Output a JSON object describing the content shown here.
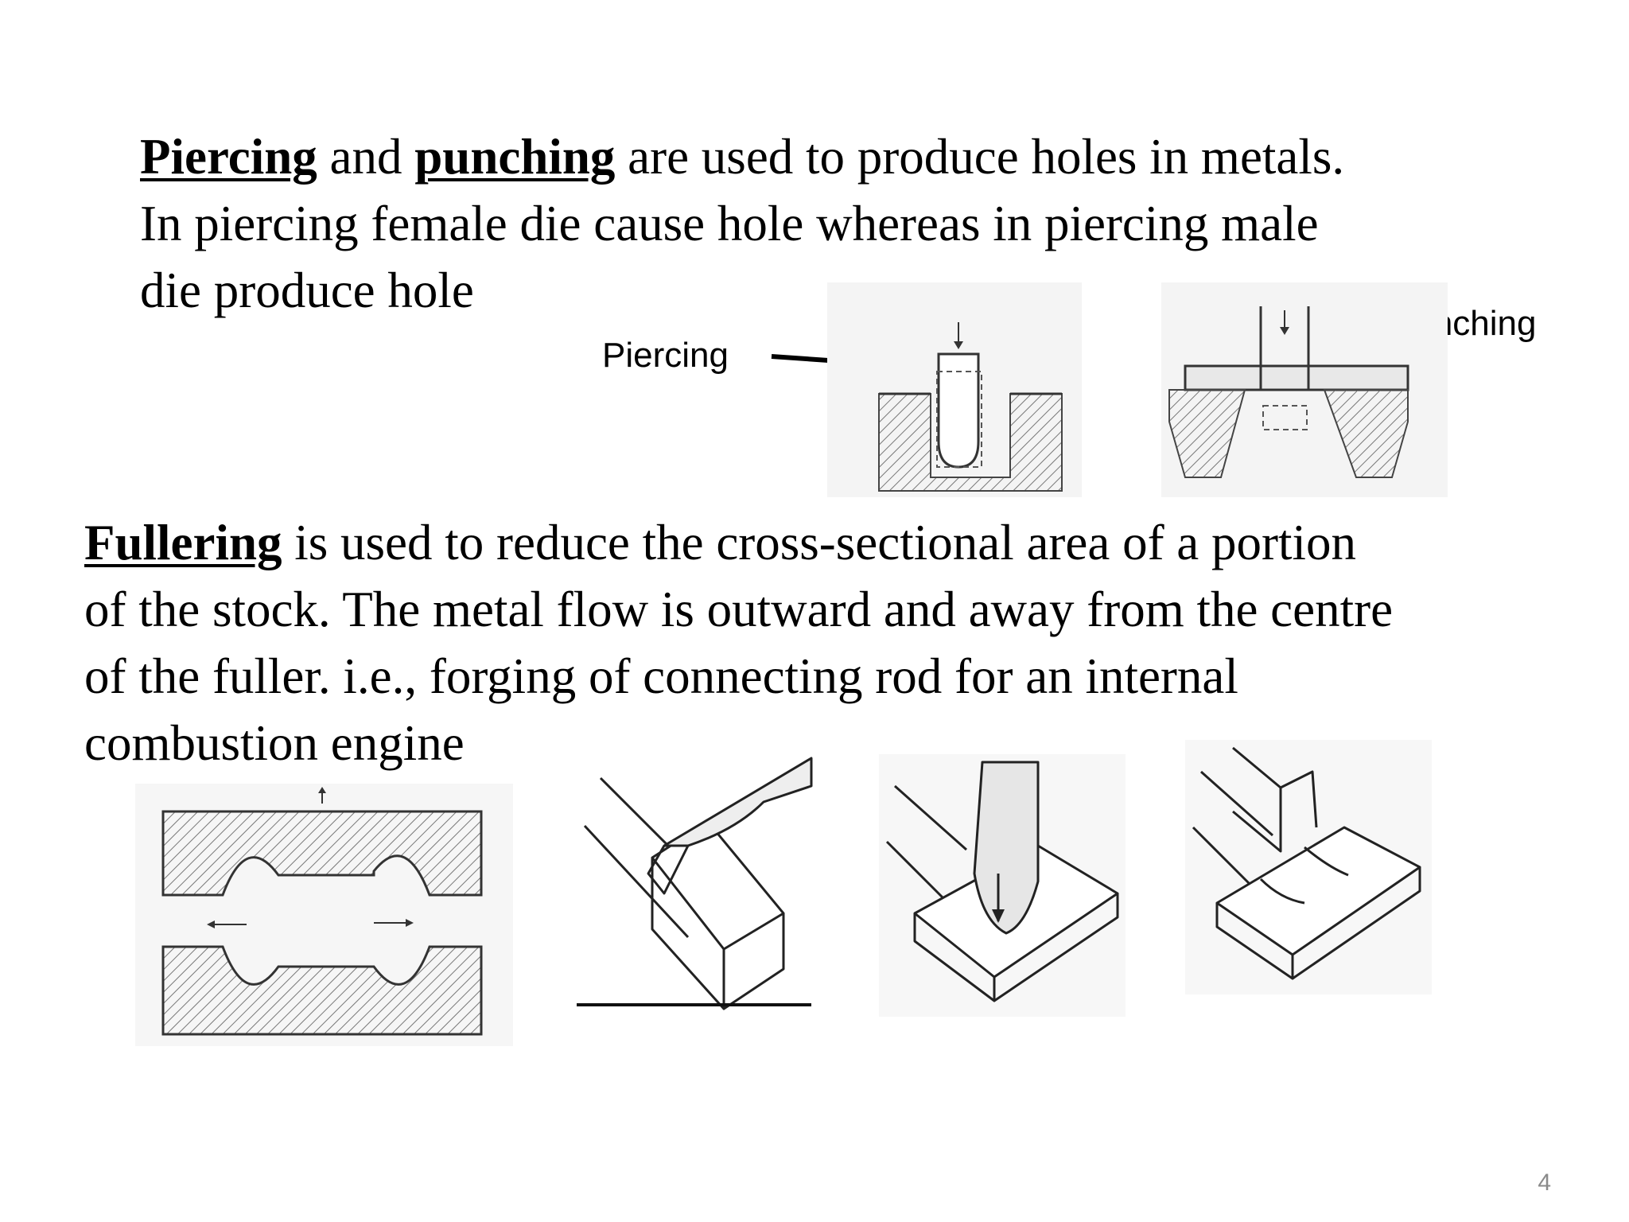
{
  "slide": {
    "paragraph_1": {
      "term_1": "Piercing",
      "conj": " and ",
      "term_2": "punching",
      "line_1_rest": " are used to produce holes in metals.",
      "line_2": "In piercing female die cause hole whereas in piercing male",
      "line_3": "die produce hole"
    },
    "labels": {
      "piercing": "Piercing",
      "punching": "Punching"
    },
    "paragraph_2": {
      "term": "Fullering",
      "line_1_rest": " is used to reduce the cross-sectional area of a portion",
      "line_2": "of the stock. The metal flow is outward and away from the centre",
      "line_3": "of the fuller. i.e., forging of connecting rod for an internal",
      "line_4": "combustion engine"
    },
    "page_number": "4"
  }
}
